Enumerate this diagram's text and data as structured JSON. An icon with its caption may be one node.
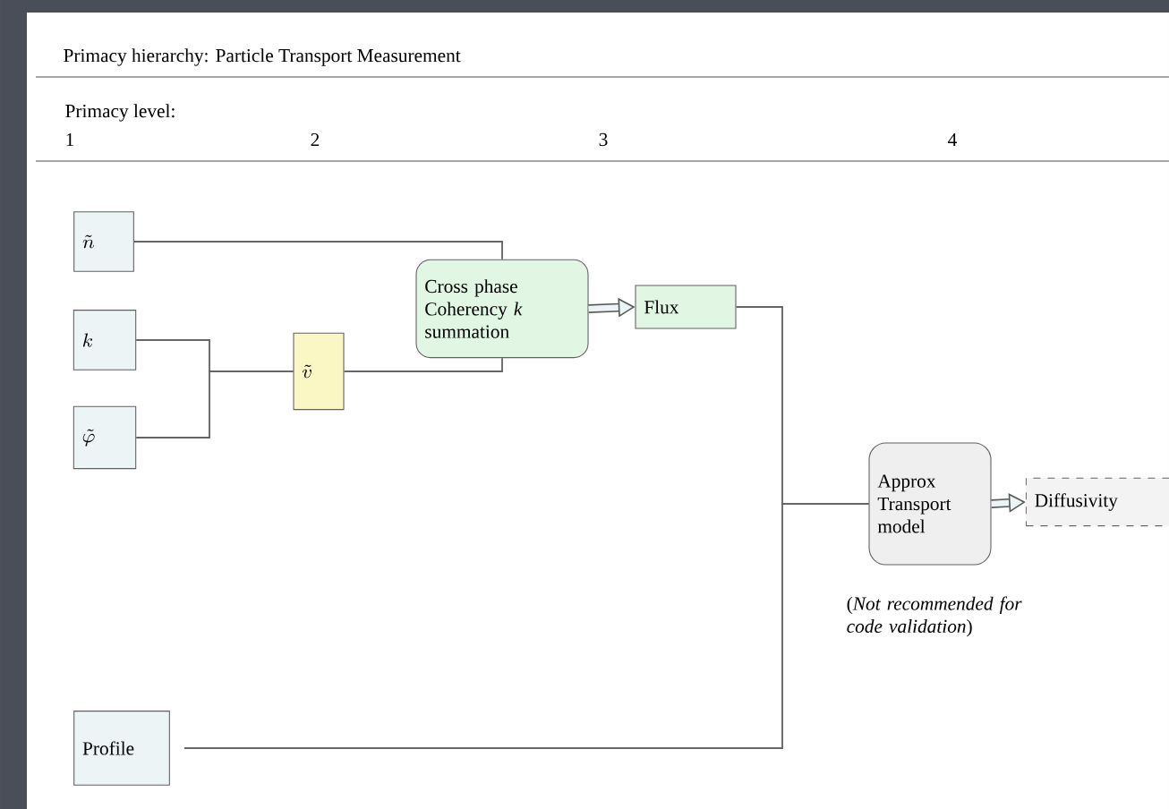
{
  "diagram": {
    "title": "Primacy hierarchy: Particle Transport Measurement",
    "nodes": [
      {
        "text": [
          "\\tilde{n}"
        ]
      },
      {
        "text": [
          "k"
        ]
      },
      {
        "text": [
          "\\tilde{\\varphi}"
        ]
      },
      {
        "text": [
          "\\tilde{v}"
        ]
      },
      {
        "text": [
          "Cross phase Coherency *k* summation"
        ]
      },
      {
        "text": [
          "Flux"
        ]
      },
      {
        "text": [
          "Approx Transport model"
        ],
        "beside": [
          "(*Not recommended for code validation*)"
        ]
      },
      {
        "text": [
          "Diffusivity"
        ]
      },
      {
        "text": [
          "Profile"
        ]
      }
    ],
    "edges": [
      {
        "from": 0,
        "to": 4,
        "arrow": "none"
      },
      {
        "from": 1,
        "to": 3,
        "arrow": "none"
      },
      {
        "from": 2,
        "to": 3,
        "arrow": "none"
      },
      {
        "from": 3,
        "to": 4,
        "arrow": "none"
      },
      {
        "from": 4,
        "to": 5,
        "arrow": "to",
        "style": "thick"
      },
      {
        "from": 5,
        "to": 6,
        "arrow": "none"
      },
      {
        "from": 8,
        "to": 6,
        "arrow": "none"
      },
      {
        "from": 6,
        "to": 7,
        "arrow": "to",
        "style": "thick"
      }
    ],
    "labels": [
      "Primacy level:",
      "1",
      "2",
      "3",
      "4"
    ]
  }
}
